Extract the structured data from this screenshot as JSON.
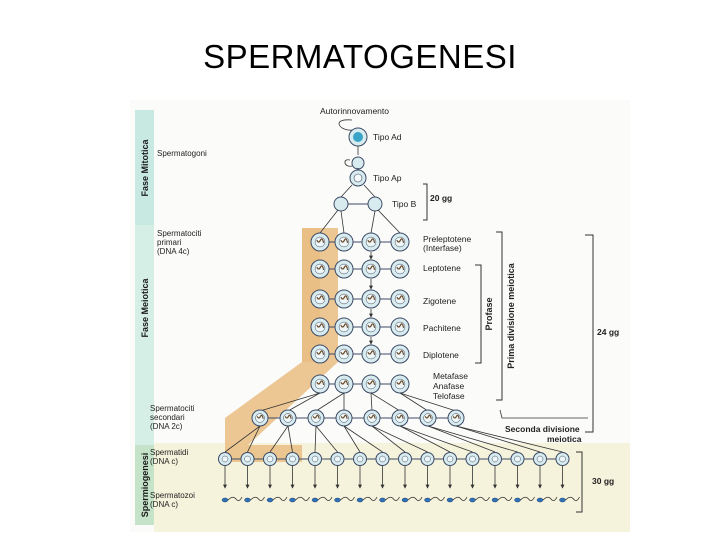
{
  "slide": {
    "title": "SPERMATOGENESI"
  },
  "phases": {
    "mitotic": "Fase Mitotica",
    "meiotic": "Fase Meiotica",
    "spermiogenesis": "Spermiogenesi"
  },
  "top_label": "Autorinnovamento",
  "cell_types": {
    "type_ad": "Tipo Ad",
    "type_ap": "Tipo Ap",
    "type_b": "Tipo B"
  },
  "left_labels": {
    "spermatogonia": "Spermatogoni",
    "primary_l1": "Spermatociti",
    "primary_l2": "primari",
    "primary_l3": "(DNA 4c)",
    "secondary_l1": "Spermatociti",
    "secondary_l2": "secondari",
    "secondary_l3": "(DNA 2c)",
    "spermatids_l1": "Spermatidi",
    "spermatids_l2": "(DNA c)",
    "spermatozoa_l1": "Spermatozoi",
    "spermatozoa_l2": "(DNA c)"
  },
  "stages": {
    "preleptotene_l1": "Preleptotene",
    "preleptotene_l2": "(Interfase)",
    "leptotene": "Leptotene",
    "zygotene": "Zigotene",
    "pachytene": "Pachitene",
    "diplotene": "Diplotene",
    "metaphase": "Metafase",
    "anaphase": "Anafase",
    "telophase": "Telofase"
  },
  "brackets": {
    "prophase": "Profase",
    "first_division": "Prima divisione meiotica",
    "second_division_l1": "Seconda divisione",
    "second_division_l2": "meiotica"
  },
  "durations": {
    "d20": "20 gg",
    "d24": "24 gg",
    "d30": "30 gg"
  },
  "colors": {
    "mitotic_band": "#c8e8e2",
    "spermio_band": "#c5e3c9",
    "meiotic_band": "#d6efe6",
    "tan_region": "#e9bd83",
    "cell_fill": "#d8ecef",
    "cell_stroke": "#3c4a66",
    "ad_nucleus": "#3aa3c8",
    "bracket": "#333333"
  },
  "icons": {
    "cell": "round-cell-icon",
    "sperm": "spermatozoon-icon"
  }
}
